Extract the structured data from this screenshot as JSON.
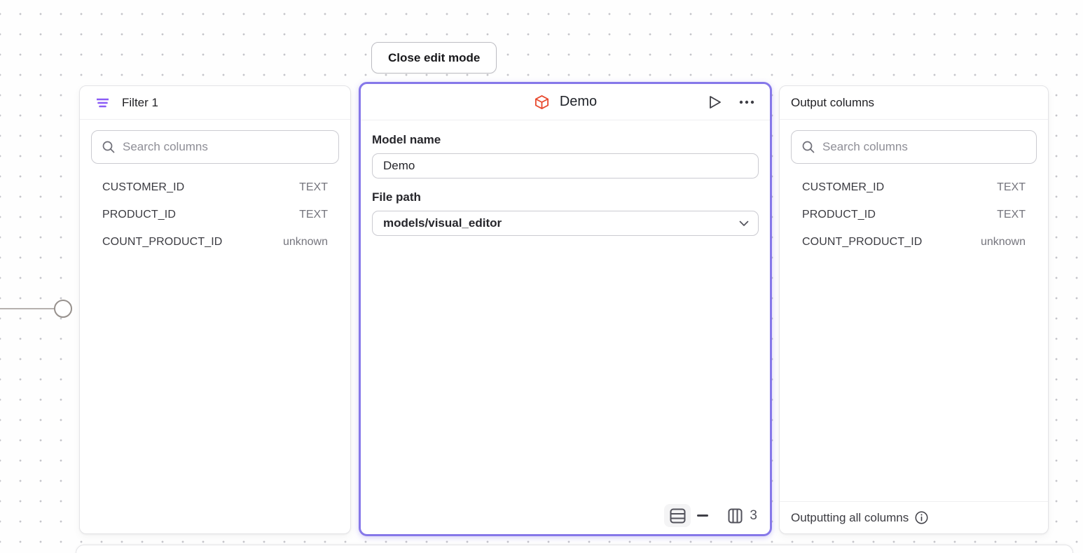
{
  "toolbar": {
    "close_edit_mode_label": "Close edit mode"
  },
  "colors": {
    "accent_purple": "#8b5cf6",
    "selection_border": "#8678e9",
    "cube_orange": "#e8492e",
    "icon_gray": "#52525b",
    "connector_gray": "#b6b1ae"
  },
  "filter_panel": {
    "title": "Filter 1",
    "search_placeholder": "Search columns",
    "columns": [
      {
        "name": "CUSTOMER_ID",
        "type": "TEXT"
      },
      {
        "name": "PRODUCT_ID",
        "type": "TEXT"
      },
      {
        "name": "COUNT_PRODUCT_ID",
        "type": "unknown"
      }
    ]
  },
  "model_panel": {
    "title": "Demo",
    "model_name_label": "Model name",
    "model_name_value": "Demo",
    "file_path_label": "File path",
    "file_path_value": "models/visual_editor",
    "stats": {
      "row_count": "",
      "column_count": "3"
    }
  },
  "output_panel": {
    "title": "Output columns",
    "search_placeholder": "Search columns",
    "columns": [
      {
        "name": "CUSTOMER_ID",
        "type": "TEXT"
      },
      {
        "name": "PRODUCT_ID",
        "type": "TEXT"
      },
      {
        "name": "COUNT_PRODUCT_ID",
        "type": "unknown"
      }
    ],
    "footer_text": "Outputting all columns"
  }
}
